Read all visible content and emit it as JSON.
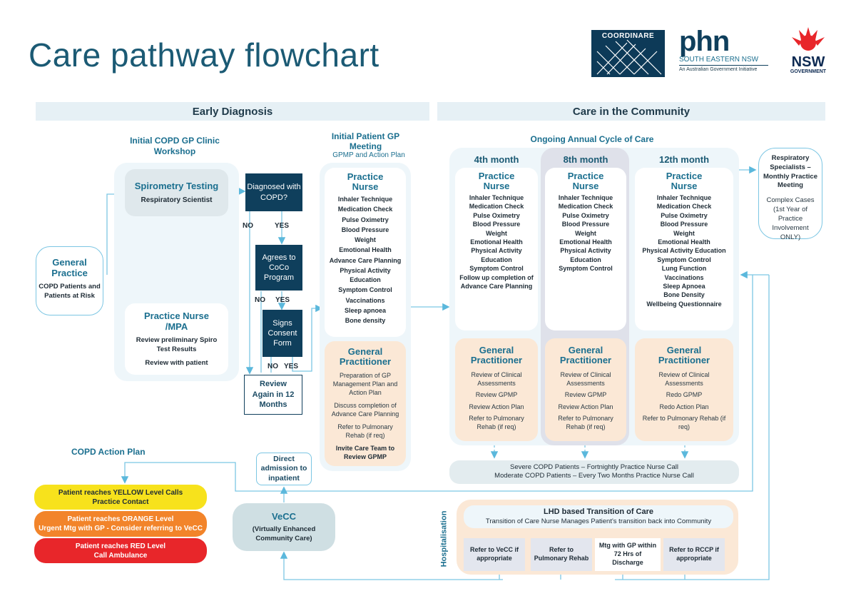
{
  "page": {
    "title": "Care pathway flowchart"
  },
  "logos": {
    "coordinare": "COORDINARE",
    "phn": "phn",
    "phn_region": "SOUTH EASTERN NSW",
    "phn_tagline": "An Australian Government Initiative",
    "nsw": "NSW",
    "nsw_sub": "GOVERNMENT"
  },
  "sections": {
    "early": "Early Diagnosis",
    "community": "Care in the Community"
  },
  "workshop": {
    "title": "Initial COPD GP Clinic Workshop"
  },
  "general_practice": {
    "title": "General Practice",
    "desc": "COPD Patients and Patients at Risk"
  },
  "spirometry": {
    "title": "Spirometry Testing",
    "sub": "Respiratory Scientist"
  },
  "practice_nurse_mpa": {
    "title": "Practice Nurse /MPA",
    "line1": "Review preliminary Spiro Test Results",
    "line2": "Review with patient"
  },
  "decisions": {
    "diagnosed": "Diagnosed with COPD?",
    "agrees": "Agrees to CoCo Program",
    "signs": "Signs Consent Form",
    "no": "NO",
    "yes": "YES",
    "review_again": "Review Again in 12 Months"
  },
  "initial_meeting": {
    "title": "Initial Patient GP Meeting",
    "subtitle": "GPMP and Action Plan",
    "nurse_title": "Practice Nurse",
    "nurse_items": [
      "Inhaler Technique",
      "Medication Check",
      "Pulse Oximetry",
      "Blood Pressure",
      "Weight",
      "Emotional Health",
      "Advance Care Planning",
      "Physical Activity Education",
      "Symptom Control",
      "Vaccinations",
      "Sleep apnoea",
      "Bone density"
    ],
    "gp_title": "General Practitioner",
    "gp_items": [
      "Preparation of GP Management Plan and Action Plan",
      "Discuss completion of Advance Care Planning",
      "Refer to Pulmonary Rehab (if req)"
    ],
    "gp_bold": "Invite Care Team to Review GPMP"
  },
  "annual": {
    "title": "Ongoing Annual Cycle of Care",
    "months": [
      {
        "label": "4th month",
        "nurse_title": "Practice Nurse",
        "nurse_items": [
          "Inhaler Technique",
          "Medication Check",
          "Pulse Oximetry",
          "Blood Pressure",
          "Weight",
          "Emotional Health",
          "Physical Activity Education",
          "Symptom Control",
          "Follow up completion of Advance Care Planning"
        ],
        "gp_title": "General Practitioner",
        "gp_items": [
          "Review of Clinical Assessments",
          "Review GPMP",
          "Review Action Plan",
          "Refer to Pulmonary Rehab (if req)"
        ]
      },
      {
        "label": "8th month",
        "nurse_title": "Practice Nurse",
        "nurse_items": [
          "Inhaler Technique",
          "Medication Check",
          "Pulse Oximetry",
          "Blood Pressure",
          "Weight",
          "Emotional Health",
          "Physical Activity Education",
          "Symptom Control"
        ],
        "gp_title": "General Practitioner",
        "gp_items": [
          "Review of Clinical Assessments",
          "Review GPMP",
          "Review Action Plan",
          "Refer to Pulmonary Rehab (if req)"
        ]
      },
      {
        "label": "12th month",
        "nurse_title": "Practice Nurse",
        "nurse_items": [
          "Inhaler Technique",
          "Medication Check",
          "Pulse Oximetry",
          "Blood Pressure",
          "Weight",
          "Emotional Health",
          "Physical Activity Education",
          "Symptom Control",
          "Lung Function",
          "Vaccinations",
          "Sleep Apnoea",
          "Bone Density",
          "Wellbeing Questionnaire"
        ],
        "gp_title": "General Practitioner",
        "gp_items": [
          "Review of Clinical Assessments",
          "Redo GPMP",
          "Redo Action Plan",
          "Refer to Pulmonary Rehab (if req)"
        ]
      }
    ]
  },
  "respiratory": {
    "title": "Respiratory Specialists – Monthly Practice Meeting",
    "desc": "Complex Cases (1st Year of Practice Involvement ONLY)"
  },
  "calls": {
    "line1": "Severe COPD Patients – Fortnightly Practice Nurse Call",
    "line2": "Moderate COPD Patients – Every Two Months Practice Nurse Call"
  },
  "action_plan": {
    "title": "COPD Action Plan",
    "yellow": "Patient reaches YELLOW Level  Calls Practice Contact",
    "orange_1": "Patient reaches ORANGE Level",
    "orange_2": "Urgent Mtg with GP - Consider referring to VeCC",
    "red_1": "Patient reaches RED Level",
    "red_2": "Call Ambulance"
  },
  "vecc": {
    "title": "VeCC",
    "desc": "(Virtually Enhanced Community Care)"
  },
  "direct_admission": "Direct admission to inpatient",
  "hospitalisation": {
    "side_label": "Hospitalisation",
    "title": "LHD based Transition of Care",
    "desc": "Transition of Care Nurse Manages Patient's transition back into Community",
    "options": [
      "Refer to VeCC if appropriate",
      "Refer to Pulmonary Rehab",
      "Mtg with GP within 72 Hrs of Discharge",
      "Refer to RCCP if appropriate"
    ]
  },
  "colors": {
    "navy": "#0f3f5c",
    "light_blue_panel": "#eef6fa",
    "nurse_box": "#ffffff",
    "gp_box": "#fbe8d6",
    "yellow": "#f7e21c",
    "orange": "#f2842a",
    "red": "#e8262a",
    "arrow": "#5bb8dc"
  }
}
